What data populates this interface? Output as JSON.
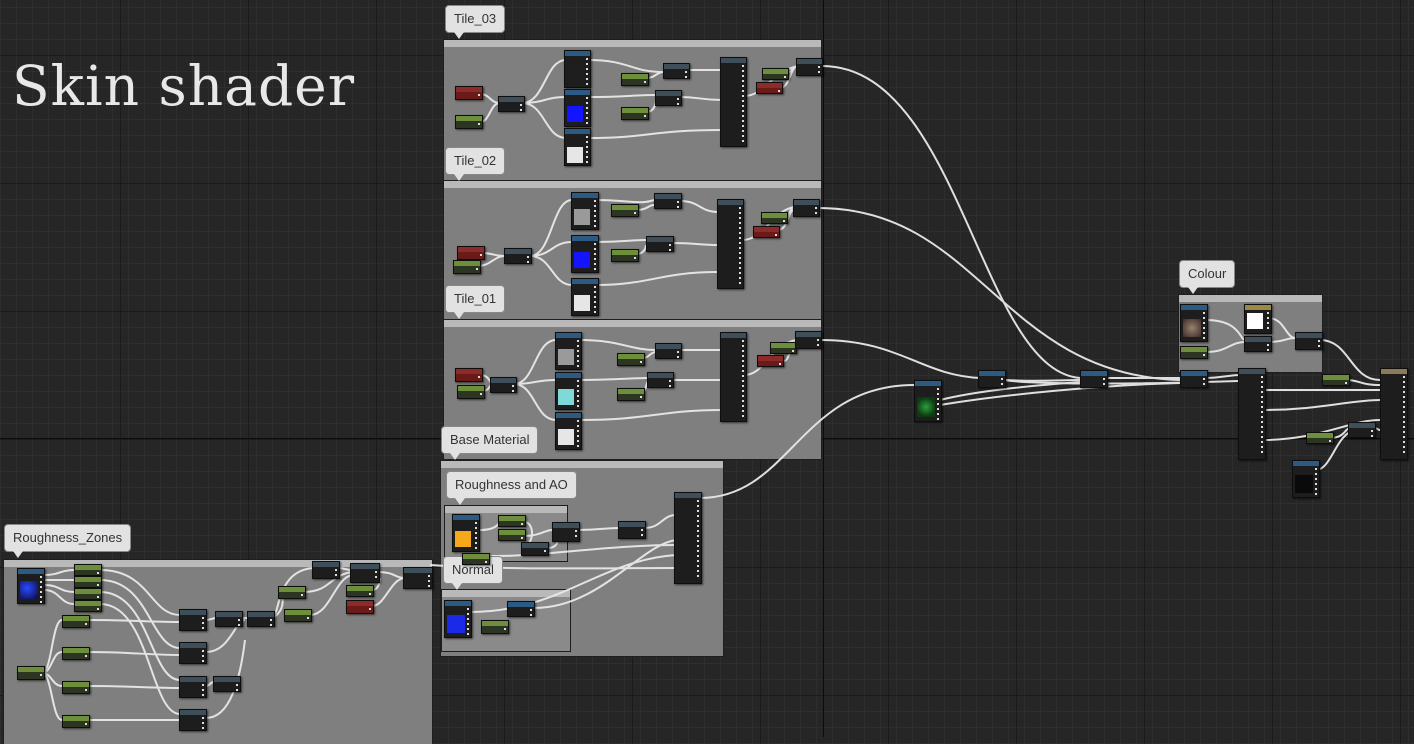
{
  "graph": {
    "title": "Skin shader",
    "comments": {
      "tile_03": "Tile_03",
      "tile_02": "Tile_02",
      "tile_01": "Tile_01",
      "base_material": "Base Material",
      "roughness_ao": "Roughness and AO",
      "normal": "Normal",
      "roughness_zones": "Roughness_Zones",
      "colour": "Colour"
    },
    "swatch_colors": {
      "tile_03": [
        "#1e1e1e",
        "#1414ff",
        "#e6e6e6"
      ],
      "tile_02": [
        "#9a9a9a",
        "#1414ff",
        "#e6e6e6"
      ],
      "tile_01": [
        "#9a9a9a",
        "#7fd9d9",
        "#e6e6e6"
      ],
      "roughness": "#f5a81a",
      "normal": "#1a2ae8",
      "colour_texture": "#5a4a40",
      "colour_white": "#ffffff",
      "noise": "#1f7a2a"
    },
    "wire_color": "#e9e9e9",
    "grid_color": "#262626"
  }
}
